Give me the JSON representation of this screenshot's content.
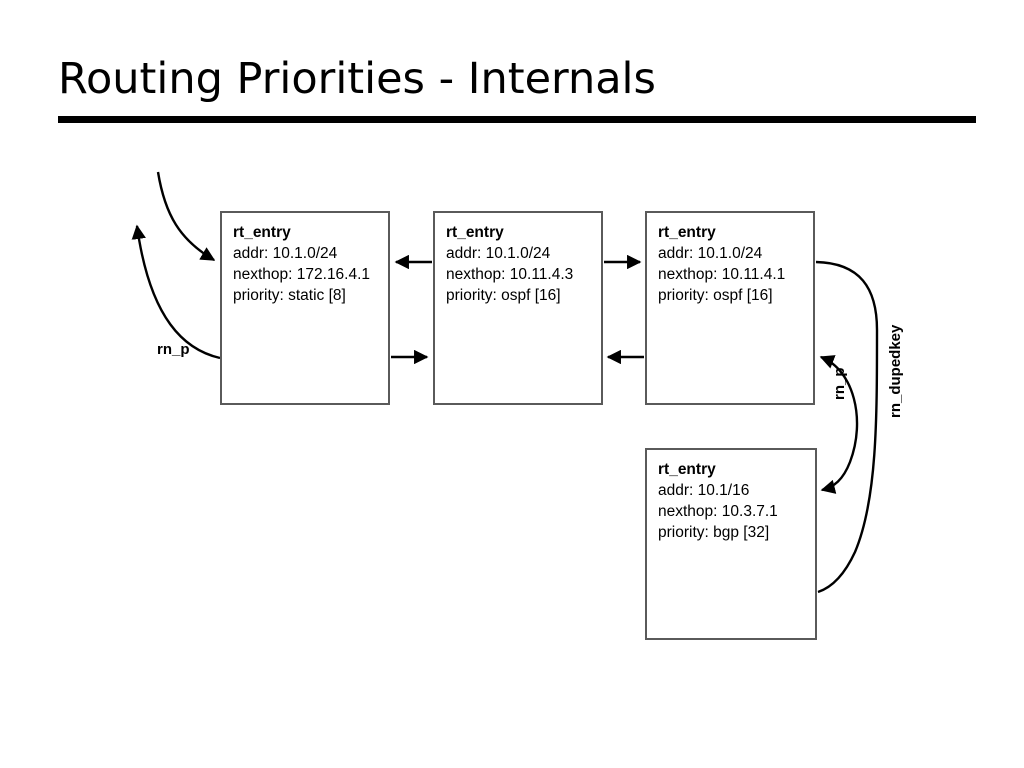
{
  "slide": {
    "title": "Routing Priorities - Internals",
    "background_color": "#ffffff",
    "rule_color": "#000000",
    "box_border_color": "#5a5a5a",
    "edge_color": "#000000"
  },
  "diagram": {
    "type": "linked-list-node-diagram",
    "struct_label": "rt_entry",
    "field_labels": {
      "addr": "addr:",
      "nexthop": "nexthop:",
      "priority": "priority:"
    },
    "nodes": [
      {
        "id": "node-1",
        "title": "rt_entry",
        "addr": "addr: 10.1.0/24",
        "nexthop": "nexthop: 172.16.4.1",
        "priority": "priority: static [8]"
      },
      {
        "id": "node-2",
        "title": "rt_entry",
        "addr": "addr: 10.1.0/24",
        "nexthop": "nexthop: 10.11.4.3",
        "priority": "priority: ospf [16]"
      },
      {
        "id": "node-3",
        "title": "rt_entry",
        "addr": "addr: 10.1.0/24",
        "nexthop": "nexthop: 10.11.4.1",
        "priority": "priority: ospf [16]"
      },
      {
        "id": "node-4",
        "title": "rt_entry",
        "addr": "addr: 10.1/16",
        "nexthop": "nexthop: 10.3.7.1",
        "priority": "priority: bgp [32]"
      }
    ],
    "edge_labels": {
      "rn_p_left": "rn_p",
      "rn_p_right": "rn_p",
      "rn_dupedkey": "rn_dupedkey"
    },
    "edges": [
      {
        "name": "incoming-pointer-into-node-1",
        "from": "top-left",
        "to": "node-1",
        "arrow": "to"
      },
      {
        "name": "node-1-back-pointer",
        "from": "node-1",
        "to": "up-left",
        "arrow": "to",
        "label": "rn_p"
      },
      {
        "name": "node-2-to-node-1",
        "from": "node-2",
        "to": "node-1",
        "arrow": "to"
      },
      {
        "name": "node-1-to-node-2",
        "from": "node-1",
        "to": "node-2",
        "arrow": "to"
      },
      {
        "name": "node-2-to-node-3",
        "from": "node-2",
        "to": "node-3",
        "arrow": "to"
      },
      {
        "name": "node-3-to-node-2",
        "from": "node-3",
        "to": "node-2",
        "arrow": "to"
      },
      {
        "name": "node-3-node-4-rn-p",
        "from": "node-3",
        "to": "node-4",
        "arrow": "both",
        "label": "rn_p"
      },
      {
        "name": "node-3-node-4-rn-dupedkey",
        "from": "node-3",
        "to": "node-4",
        "arrow": "none",
        "label": "rn_dupedkey"
      }
    ]
  }
}
